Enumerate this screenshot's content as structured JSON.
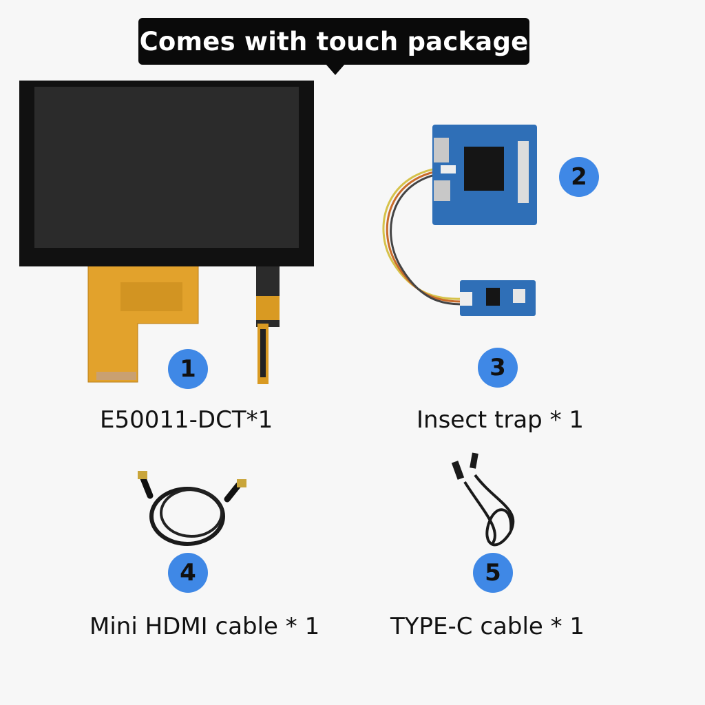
{
  "banner": {
    "text": "Comes with touch package"
  },
  "items": [
    {
      "number": "1",
      "label": "E50011-DCT*1",
      "icon": "touch-display-panel"
    },
    {
      "number": "2",
      "label": "",
      "icon": "hdmi-driver-board"
    },
    {
      "number": "3",
      "label": "Insect trap * 1",
      "icon": "touch-adapter-board"
    },
    {
      "number": "4",
      "label": "Mini HDMI cable * 1",
      "icon": "mini-hdmi-cable"
    },
    {
      "number": "5",
      "label": "TYPE-C cable * 1",
      "icon": "type-c-cable"
    }
  ],
  "colors": {
    "badge": "#3f88e6",
    "banner": "#0a0a0a",
    "pcb": "#2f6fb7",
    "flex_cable": "#e2a22c"
  }
}
